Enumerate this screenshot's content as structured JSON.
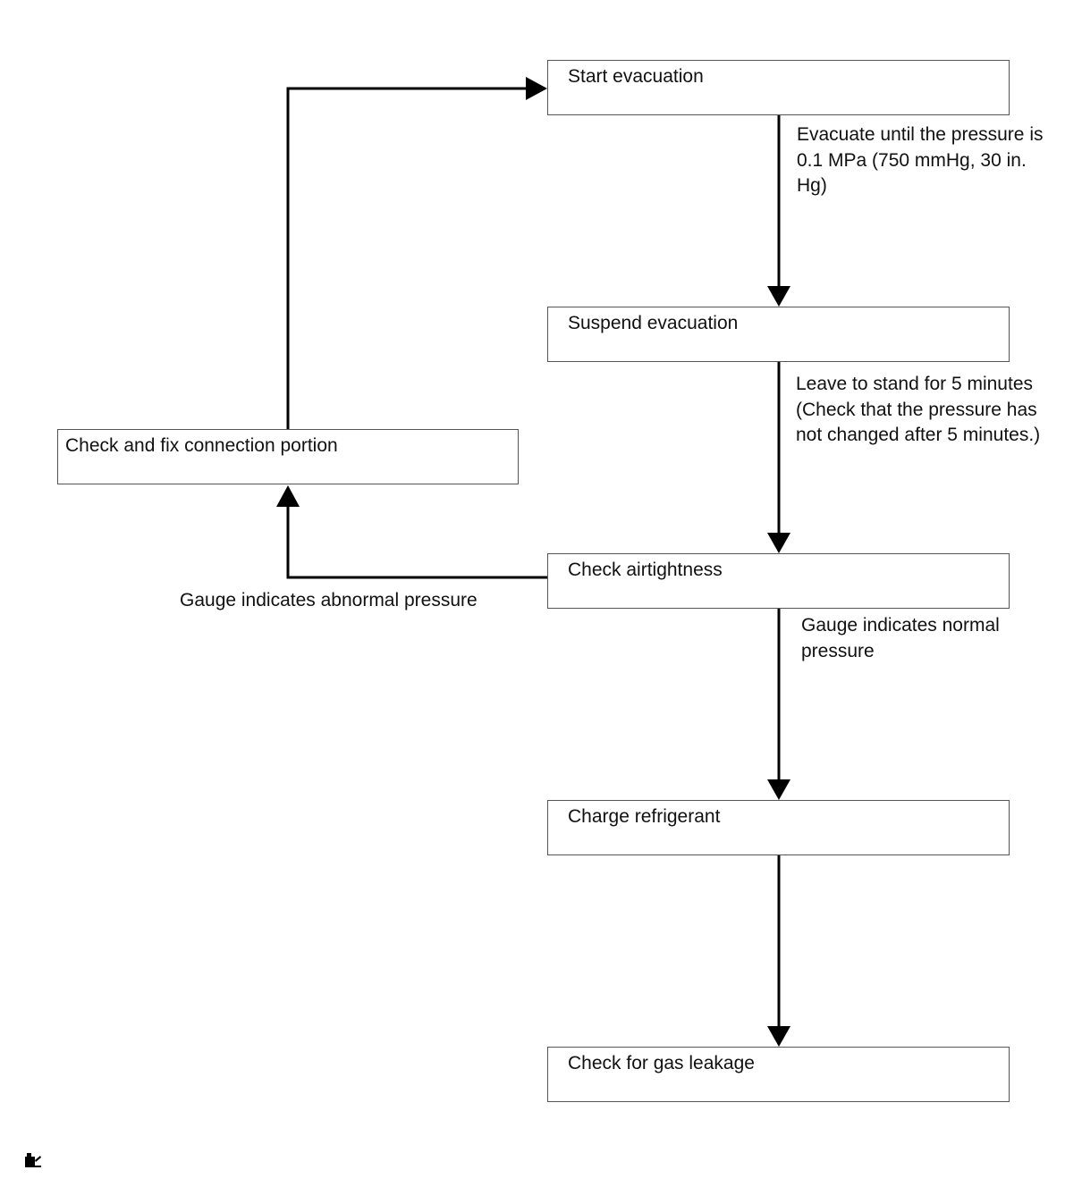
{
  "steps": {
    "start": "Start evacuation",
    "suspend": "Suspend evacuation",
    "check_airtightness": "Check airtightness",
    "charge": "Charge refrigerant",
    "gas_leak": "Check for gas leakage",
    "fix": "Check and fix connection portion"
  },
  "conditions": {
    "evacuate": "Evacuate until the pressure is\n0.1 MPa (750 mmHg, 30 in.\nHg)",
    "leave": "Leave to stand for 5 minutes\n(Check that the pressure has\nnot changed after 5 minutes.)",
    "abnormal": "Gauge indicates abnormal pressure",
    "normal": "Gauge indicates normal\npressure"
  },
  "icons": {
    "corner": "illustration-marker-icon"
  },
  "colors": {
    "line": "#000000",
    "box_border": "#555555"
  }
}
